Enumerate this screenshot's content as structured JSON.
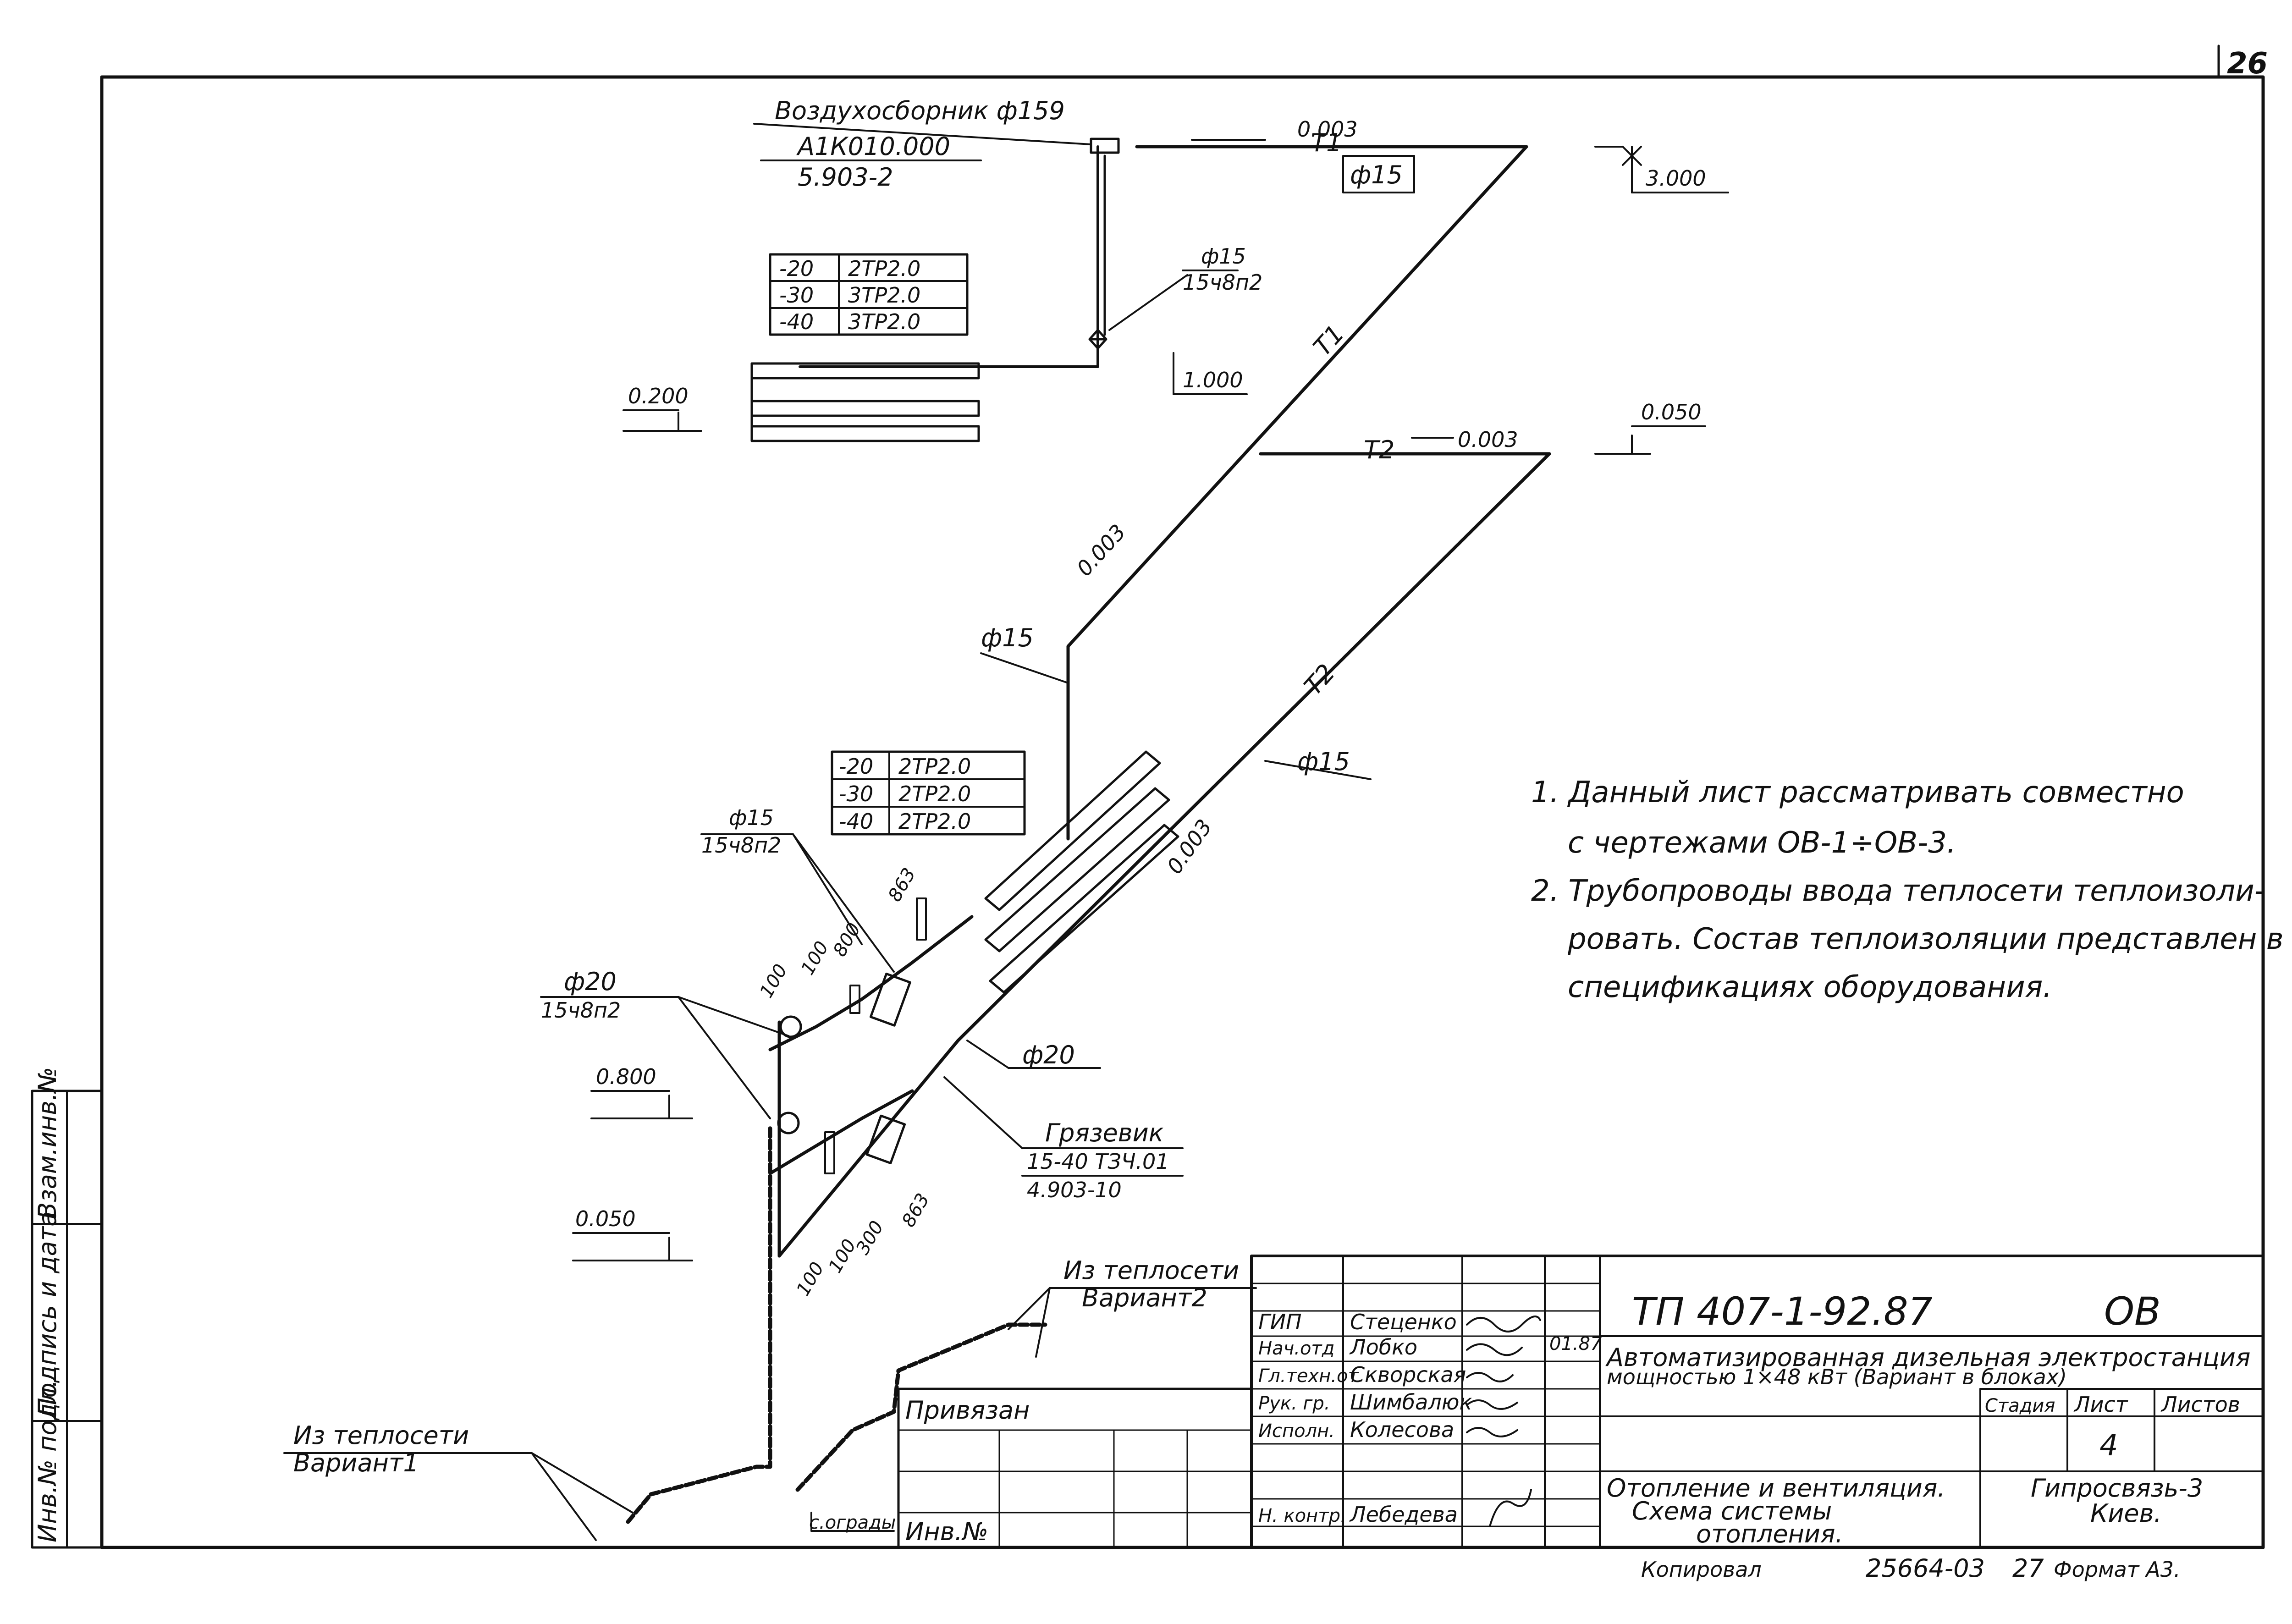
{
  "sheet_corner": "26",
  "air_collector": {
    "title": "Воздухосборник ф159",
    "line1": "А1К010.000",
    "line2": "5.903-2"
  },
  "pipes": {
    "t1": "Т1",
    "t2": "Т2",
    "slope": "0.003",
    "d15": "ф15",
    "d20": "ф20"
  },
  "valve_spec": {
    "d": "ф15",
    "code": "15ч8п2"
  },
  "valve_spec_d20": {
    "d": "ф20",
    "code": "15ч8п2"
  },
  "elevations": {
    "e3000": "3.000",
    "e0050": "0.050",
    "e0200": "0.200",
    "e1000": "1.000",
    "e0800": "0.800"
  },
  "radiator_table_top": [
    {
      "temp": "-20",
      "spec": "2ТР2.0"
    },
    {
      "temp": "-30",
      "spec": "3ТР2.0"
    },
    {
      "temp": "-40",
      "spec": "3ТР2.0"
    }
  ],
  "radiator_table_mid": [
    {
      "temp": "-20",
      "spec": "2ТР2.0"
    },
    {
      "temp": "-30",
      "spec": "2ТР2.0"
    },
    {
      "temp": "-40",
      "spec": "2ТР2.0"
    }
  ],
  "dims": {
    "d100": "100",
    "d863": "863",
    "d800": "800",
    "d300": "300"
  },
  "mud_trap": {
    "title": "Грязевик",
    "line1": "15-40 ТЗЧ.01",
    "line2": "4.903-10"
  },
  "heat_net_1": {
    "line1": "Из теплосети",
    "line2": "Вариант1"
  },
  "heat_net_2": {
    "line1": "Из теплосети",
    "line2": "Вариант2"
  },
  "wall_label": "с.ограды",
  "notes": [
    "1. Данный лист рассматривать совместно",
    "с чертежами ОВ-1÷ОВ-3.",
    "2. Трубопроводы ввода теплосети теплоизоли-",
    "ровать. Состав теплоизоляции представлен в",
    "спецификациях оборудования."
  ],
  "side_stamp": [
    "Инв.№ подл.",
    "Подпись и дата",
    "Взам.инв.№"
  ],
  "title_block": {
    "roles": [
      "ГИП",
      "Нач.отд",
      "Гл.техн.от",
      "Рук. гр.",
      "Исполн.",
      "Н. контр."
    ],
    "names": [
      "Стеценко",
      "Лобко",
      "Скворская",
      "Шимбалюк",
      "Колесова",
      "Лебедева"
    ],
    "date": "01.87",
    "doc_number": "ТП 407-1-92.87",
    "sheet_code": "ОВ",
    "project_title_1": "Автоматизированная дизельная электростанция",
    "project_title_2": "мощностью 1×48 кВт (Вариант в блоках)",
    "stage_label": "Стадия",
    "sheet_label": "Лист",
    "sheets_label": "Листов",
    "sheet_no": "4",
    "section_title_1": "Отопление и вентиляция.",
    "section_title_2": "Схема системы",
    "section_title_3": "отопления.",
    "org_1": "Гипросвязь-3",
    "org_2": "Киев.",
    "bound": "Привязан",
    "inv": "Инв.№",
    "copied": "Копировал",
    "copy_number": "25664-03",
    "copy_page": "27",
    "format": "Формат А3."
  }
}
